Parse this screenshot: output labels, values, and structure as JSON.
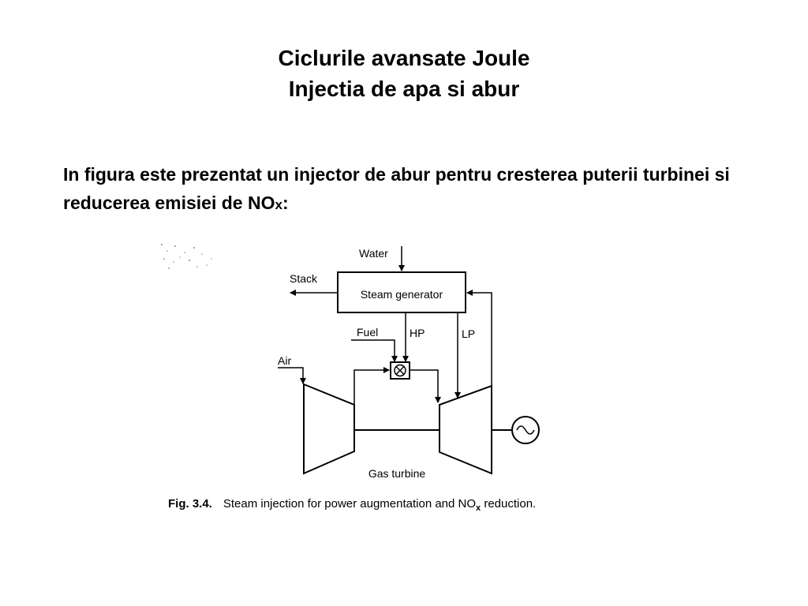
{
  "slide": {
    "title_line1": "Ciclurile avansate Joule",
    "title_line2": "Injectia de apa si abur",
    "intro_text": "In figura este prezentat un injector de abur pentru cresterea puterii turbinei si reducerea emisiei de NO",
    "intro_subscript": "x",
    "intro_suffix": ":"
  },
  "diagram": {
    "labels": {
      "water": "Water",
      "stack": "Stack",
      "steam_generator": "Steam generator",
      "fuel": "Fuel",
      "hp": "HP",
      "lp": "LP",
      "air": "Air",
      "gas_turbine": "Gas turbine"
    },
    "caption": {
      "fig_number": "Fig. 3.4.",
      "text": "Steam injection for power augmentation and NO",
      "subscript": "x",
      "suffix": " reduction."
    }
  }
}
